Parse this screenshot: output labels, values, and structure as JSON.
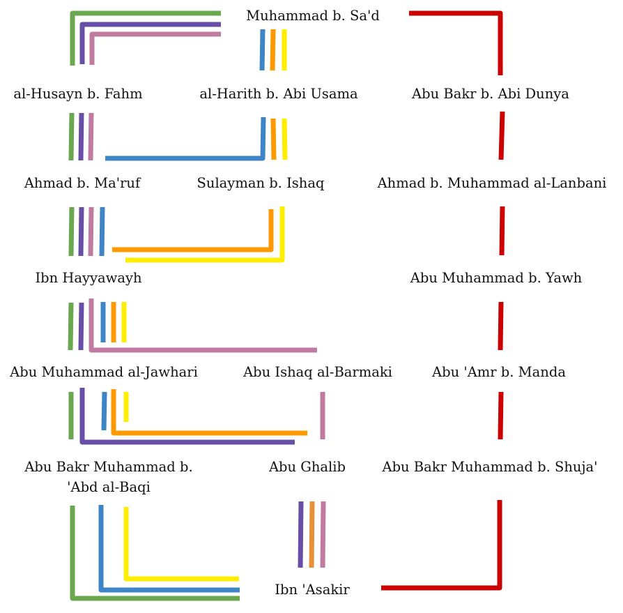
{
  "title": "Isnad transmission chains to Ibn 'Asakir",
  "colors": {
    "green": "#6aa84f",
    "purple": "#674ea7",
    "pink": "#c27ba0",
    "blue": "#3d85c6",
    "orange": "#ff9900",
    "yellow": "#ffee00",
    "red": "#cc0000",
    "orange_muted": "#e69138"
  },
  "nodes": {
    "muhammad_b_sad": "Muhammad b. Sa'd",
    "al_husayn_b_fahm": "al-Husayn b. Fahm",
    "al_harith_b_abi_usama": "al-Harith b. Abi Usama",
    "abu_bakr_b_abi_dunya": "Abu Bakr b. Abi Dunya",
    "ahmad_b_maruf": "Ahmad b. Ma'ruf",
    "sulayman_b_ishaq": "Sulayman b. Ishaq",
    "ahmad_b_muhammad_al_lanbani": "Ahmad b. Muhammad al-Lanbani",
    "ibn_hayyawayh": "Ibn Hayyawayh",
    "abu_muhammad_b_yawh": "Abu Muhammad b. Yawh",
    "abu_muhammad_al_jawhari": "Abu Muhammad al-Jawhari",
    "abu_ishaq_al_barmaki": "Abu Ishaq al-Barmaki",
    "abu_amr_b_manda": "Abu 'Amr b. Manda",
    "abu_bakr_muhammad_b_abd_al_baqi_line1": "Abu Bakr Muhammad b.",
    "abu_bakr_muhammad_b_abd_al_baqi_line2": "'Abd al-Baqi",
    "abu_ghalib": "Abu Ghalib",
    "abu_bakr_muhammad_b_shuja": "Abu Bakr Muhammad b. Shuja'",
    "ibn_asakir": "Ibn 'Asakir"
  },
  "chains": [
    {
      "color": "green",
      "route": [
        "Muhammad b. Sa'd",
        "al-Husayn b. Fahm",
        "Ahmad b. Ma'ruf",
        "Ibn Hayyawayh",
        "Abu Muhammad al-Jawhari",
        "Abu Bakr Muhammad b. 'Abd al-Baqi",
        "Ibn 'Asakir"
      ]
    },
    {
      "color": "purple",
      "route": [
        "Muhammad b. Sa'd",
        "al-Husayn b. Fahm",
        "Ahmad b. Ma'ruf",
        "Ibn Hayyawayh",
        "Abu Muhammad al-Jawhari",
        "Abu Ghalib",
        "Ibn 'Asakir"
      ]
    },
    {
      "color": "pink",
      "route": [
        "Muhammad b. Sa'd",
        "al-Husayn b. Fahm",
        "Ahmad b. Ma'ruf",
        "Ibn Hayyawayh",
        "Abu Ishaq al-Barmaki",
        "Abu Ghalib",
        "Ibn 'Asakir"
      ]
    },
    {
      "color": "blue",
      "route": [
        "Muhammad b. Sa'd",
        "al-Harith b. Abi Usama",
        "Ahmad b. Ma'ruf",
        "Ibn Hayyawayh",
        "Abu Muhammad al-Jawhari",
        "Abu Bakr Muhammad b. 'Abd al-Baqi",
        "Ibn 'Asakir"
      ]
    },
    {
      "color": "orange",
      "route": [
        "Muhammad b. Sa'd",
        "al-Harith b. Abi Usama",
        "Sulayman b. Ishaq",
        "Ibn Hayyawayh",
        "Abu Muhammad al-Jawhari",
        "Abu Ghalib",
        "Ibn 'Asakir"
      ]
    },
    {
      "color": "yellow",
      "route": [
        "Muhammad b. Sa'd",
        "al-Harith b. Abi Usama",
        "Sulayman b. Ishaq",
        "Ibn Hayyawayh",
        "Abu Muhammad al-Jawhari",
        "Abu Bakr Muhammad b. 'Abd al-Baqi",
        "Ibn 'Asakir"
      ]
    },
    {
      "color": "red",
      "route": [
        "Muhammad b. Sa'd",
        "Abu Bakr b. Abi Dunya",
        "Ahmad b. Muhammad al-Lanbani",
        "Abu Muhammad b. Yawh",
        "Abu 'Amr b. Manda",
        "Abu Bakr Muhammad b. Shuja'",
        "Ibn 'Asakir"
      ]
    }
  ]
}
